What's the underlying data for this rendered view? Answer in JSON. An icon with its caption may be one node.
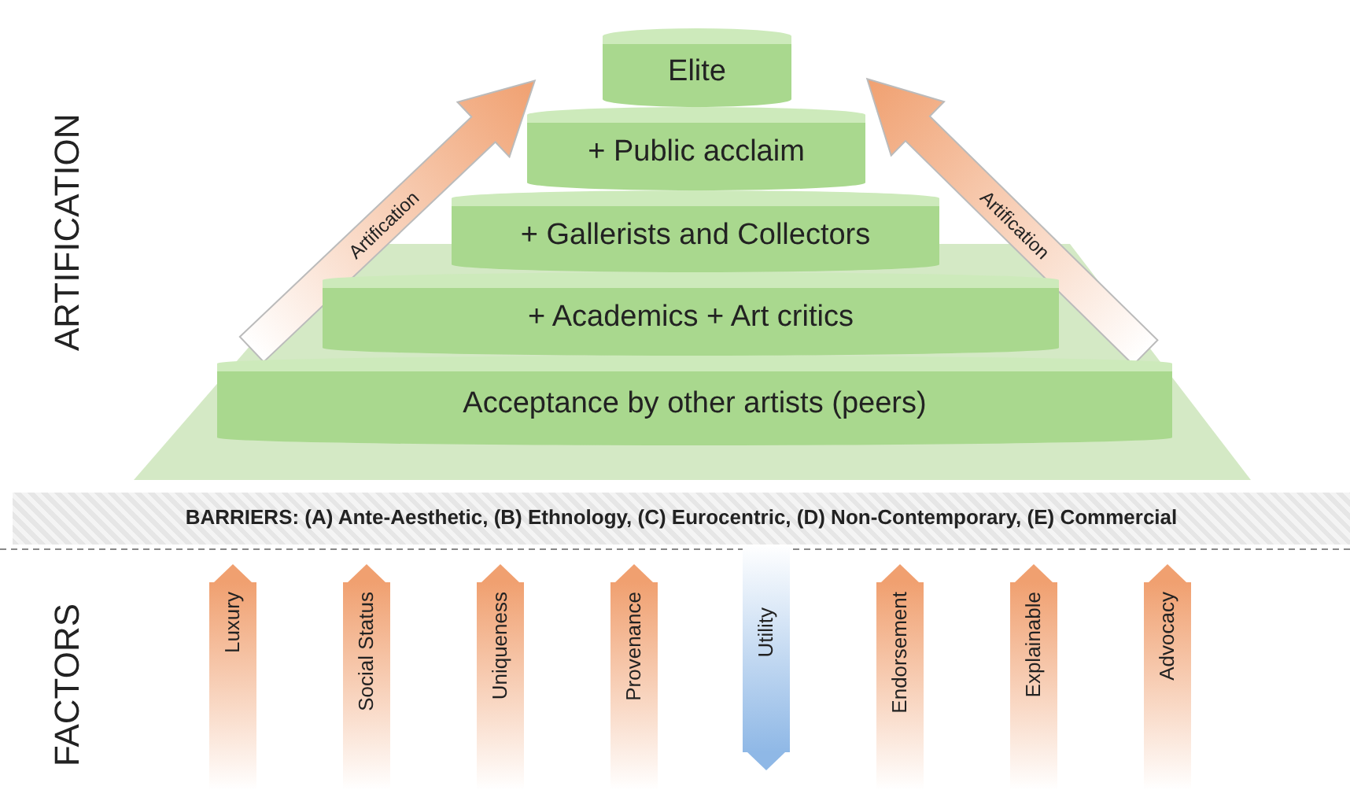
{
  "diagram": {
    "nodes": [
      {
        "text": [
          "Elite"
        ]
      },
      {
        "text": [
          "+ Public acclaim"
        ]
      },
      {
        "text": [
          "+ Gallerists and Collectors"
        ]
      },
      {
        "text": [
          "+ Academics + Art critics"
        ]
      },
      {
        "text": [
          "Acceptance by other artists (peers)"
        ]
      },
      {
        "text": [
          "BARRIERS: (A) Ante-Aesthetic, (B) Ethnology, (C) Eurocentric, (D) Non-Contemporary, (E) Commercial"
        ]
      }
    ],
    "edges": [
      {
        "from": null,
        "to": 5,
        "arrow": "to",
        "label": "Luxury"
      },
      {
        "from": null,
        "to": 5,
        "arrow": "to",
        "label": "Social Status"
      },
      {
        "from": null,
        "to": 5,
        "arrow": "to",
        "label": "Uniqueness"
      },
      {
        "from": null,
        "to": 5,
        "arrow": "to",
        "label": "Provenance"
      },
      {
        "from": 5,
        "to": null,
        "arrow": "to",
        "label": "Utility",
        "color": "#8fb8e6"
      },
      {
        "from": null,
        "to": 5,
        "arrow": "to",
        "label": "Endorsement"
      },
      {
        "from": null,
        "to": 5,
        "arrow": "to",
        "label": "Explainable"
      },
      {
        "from": null,
        "to": 5,
        "arrow": "to",
        "label": "Advocacy"
      }
    ],
    "labels": [
      "ARTIFICATION",
      "Artification",
      "Artification",
      "FACTORS"
    ]
  }
}
